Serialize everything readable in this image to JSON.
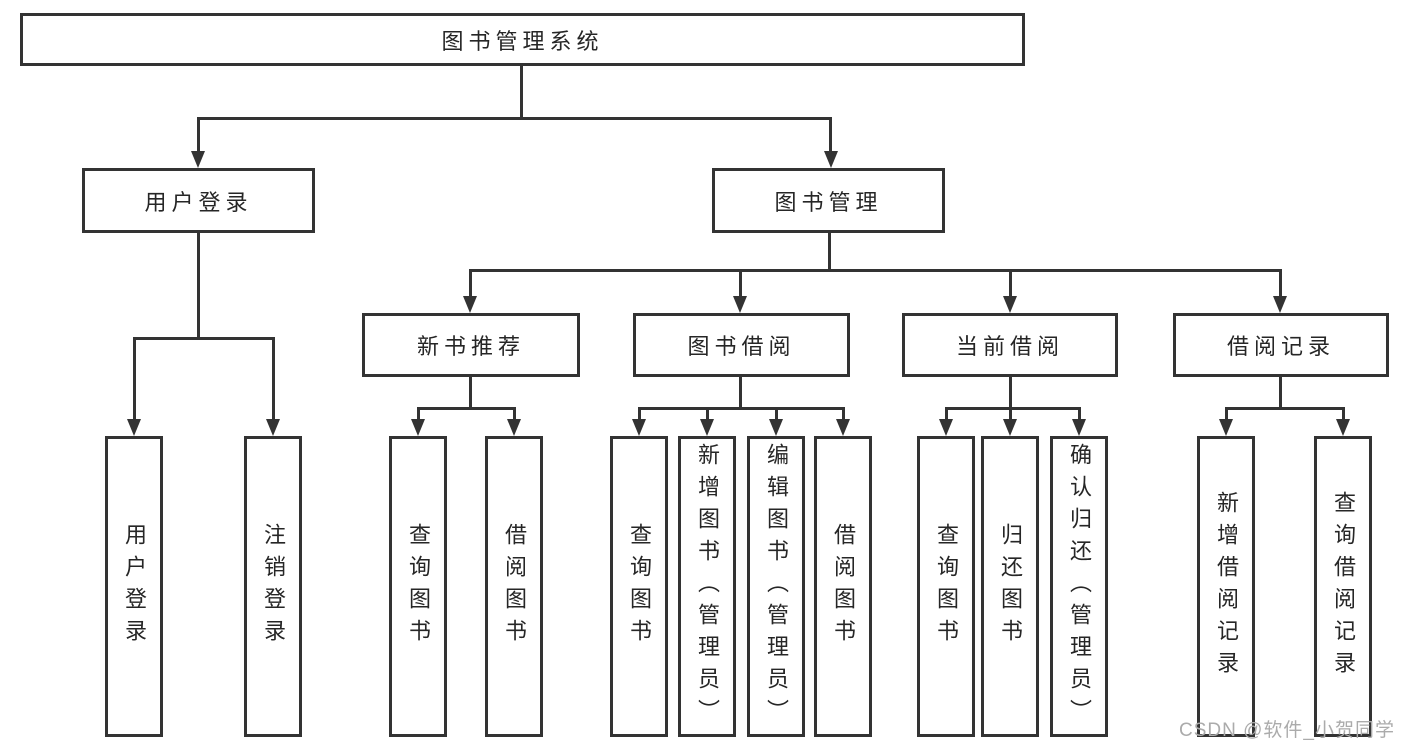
{
  "diagram_title": "图书管理系统",
  "colors": {
    "line": "#333333",
    "text": "#262626",
    "background": "#ffffff",
    "watermark": "#ababab"
  },
  "watermark": {
    "text": "CSDN @软件_小贺同学"
  },
  "tree": {
    "root": "图书管理系统",
    "children": [
      {
        "label": "用户登录",
        "children": [
          "用户登录",
          "注销登录"
        ]
      },
      {
        "label": "图书管理",
        "children": [
          {
            "label": "新书推荐",
            "children": [
              "查询图书",
              "借阅图书"
            ]
          },
          {
            "label": "图书借阅",
            "children": [
              "查询图书",
              "新增图书（管理员）",
              "编辑图书（管理员）",
              "借阅图书"
            ]
          },
          {
            "label": "当前借阅",
            "children": [
              "查询图书",
              "归还图书",
              "确认归还（管理员）"
            ]
          },
          {
            "label": "借阅记录",
            "children": [
              "新增借阅记录",
              "查询借阅记录"
            ]
          }
        ]
      }
    ]
  }
}
